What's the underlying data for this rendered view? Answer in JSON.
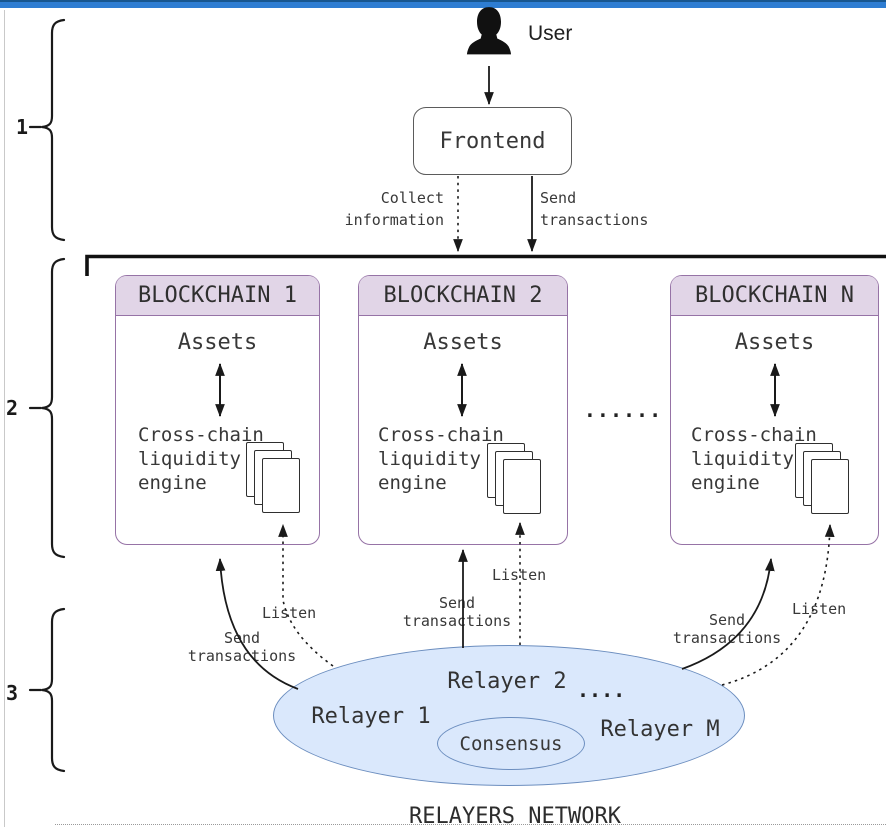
{
  "brackets": {
    "one": "1",
    "two": "2",
    "three": "3"
  },
  "user_label": "User",
  "frontend": {
    "label": "Frontend"
  },
  "frontend_edges": {
    "collect": "Collect\ninformation",
    "send": "Send\ntransactions"
  },
  "blockchains": [
    {
      "title": "BLOCKCHAIN 1",
      "assets": "Assets",
      "engine": "Cross-chain\nliquidity\nengine"
    },
    {
      "title": "BLOCKCHAIN 2",
      "assets": "Assets",
      "engine": "Cross-chain\nliquidity\nengine"
    },
    {
      "title": "BLOCKCHAIN N",
      "assets": "Assets",
      "engine": "Cross-chain\nliquidity\nengine"
    }
  ],
  "blockchain_ellipsis": "......",
  "relayer_edges": {
    "left": {
      "send": "Send\ntransactions",
      "listen": "Listen"
    },
    "middle": {
      "send": "Send\ntransactions",
      "listen": "Listen"
    },
    "right": {
      "send": "Send\ntransactions",
      "listen": "Listen"
    }
  },
  "network": {
    "relayer_1": "Relayer 1",
    "relayer_2": "Relayer 2",
    "dots": "....",
    "relayer_m": "Relayer M",
    "consensus": "Consensus",
    "caption": "RELAYERS NETWORK"
  },
  "colors": {
    "top_bar": "#2e7dd2",
    "blockchain_border": "#9673a6",
    "blockchain_header_fill": "#e1d5e7",
    "network_fill": "#dae8fc",
    "network_border": "#6c8ebf",
    "line": "#1a1a1a"
  }
}
